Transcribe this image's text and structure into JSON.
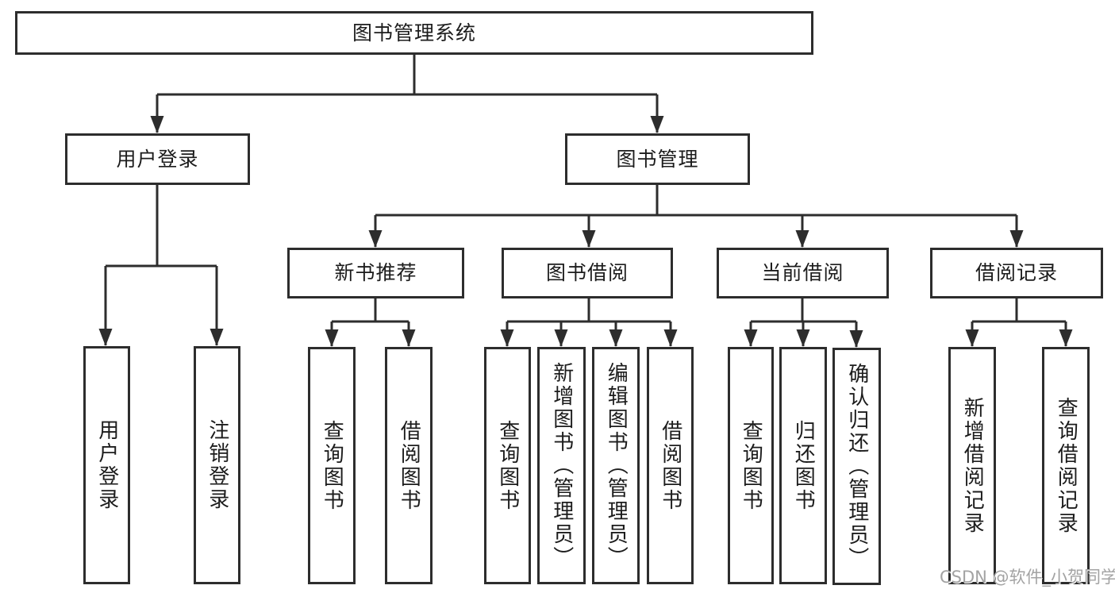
{
  "tree": {
    "label": "图书管理系统",
    "children": [
      {
        "label": "用户登录",
        "children": [
          {
            "label": "用户登录"
          },
          {
            "label": "注销登录"
          }
        ]
      },
      {
        "label": "图书管理",
        "children": [
          {
            "label": "新书推荐",
            "children": [
              {
                "label": "查询图书"
              },
              {
                "label": "借阅图书"
              }
            ]
          },
          {
            "label": "图书借阅",
            "children": [
              {
                "label": "查询图书"
              },
              {
                "label": "新增图书（管理员）"
              },
              {
                "label": "编辑图书（管理员）"
              },
              {
                "label": "借阅图书"
              }
            ]
          },
          {
            "label": "当前借阅",
            "children": [
              {
                "label": "查询图书"
              },
              {
                "label": "归还图书"
              },
              {
                "label": "确认归还（管理员）"
              }
            ]
          },
          {
            "label": "借阅记录",
            "children": [
              {
                "label": "新增借阅记录"
              },
              {
                "label": "查询借阅记录"
              }
            ]
          }
        ]
      }
    ]
  },
  "watermark": {
    "text": "CSDN @软件_小贺同学"
  },
  "colors": {
    "line": "#2d2d2d",
    "text": "#1c1c1c",
    "watermark": "#a3a3a3",
    "background": "#ffffff"
  }
}
